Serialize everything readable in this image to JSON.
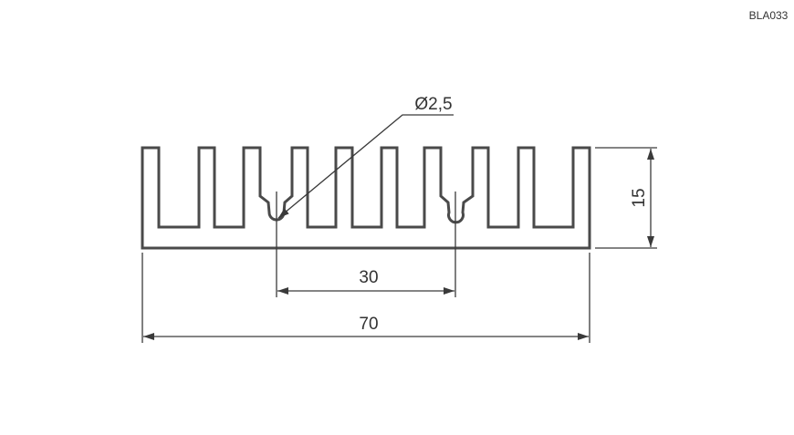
{
  "drawing": {
    "code": "BLA033",
    "hole_label": "Ø2,5",
    "height_label": "15",
    "hole_spacing_label": "30",
    "width_label": "70"
  },
  "colors": {
    "line": "#4a4a4a",
    "text": "#333333"
  }
}
